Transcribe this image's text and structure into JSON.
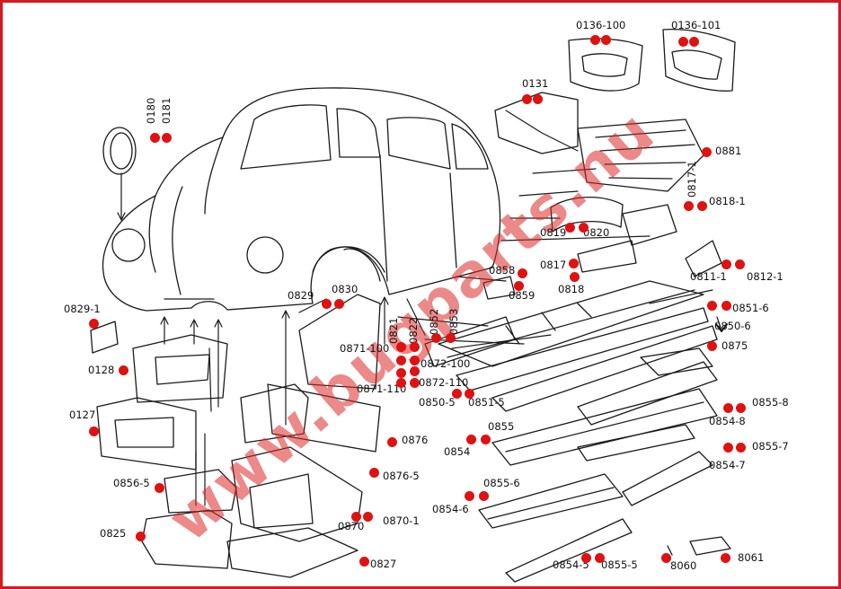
{
  "watermark": "www.bugparts.nu",
  "colors": {
    "frame": "#d51921",
    "dot": "#e01111",
    "line": "#1a1a1a",
    "watermark": "#dc2828"
  },
  "parts": [
    {
      "id": "p0136_100",
      "label": "0136-100",
      "dots": 2
    },
    {
      "id": "p0136_101",
      "label": "0136-101",
      "dots": 2
    },
    {
      "id": "p0131",
      "label": "0131",
      "dots": 2
    },
    {
      "id": "p0180",
      "label": "0180",
      "dots": 1
    },
    {
      "id": "p0181",
      "label": "0181",
      "dots": 1
    },
    {
      "id": "p0881",
      "label": "0881",
      "dots": 1
    },
    {
      "id": "p0817_1",
      "label": "0817-1",
      "dots": 1
    },
    {
      "id": "p0818_1",
      "label": "0818-1",
      "dots": 1
    },
    {
      "id": "p0819",
      "label": "0819",
      "dots": 1
    },
    {
      "id": "p0820",
      "label": "0820",
      "dots": 1
    },
    {
      "id": "p0817",
      "label": "0817",
      "dots": 1
    },
    {
      "id": "p0818",
      "label": "0818",
      "dots": 1
    },
    {
      "id": "p0811_1",
      "label": "0811-1",
      "dots": 1
    },
    {
      "id": "p0812_1",
      "label": "0812-1",
      "dots": 1
    },
    {
      "id": "p0858",
      "label": "0858",
      "dots": 1
    },
    {
      "id": "p0859",
      "label": "0859",
      "dots": 1
    },
    {
      "id": "p0829",
      "label": "0829",
      "dots": 1
    },
    {
      "id": "p0830",
      "label": "0830",
      "dots": 1
    },
    {
      "id": "p0829_1",
      "label": "0829-1",
      "dots": 1
    },
    {
      "id": "p0851_6",
      "label": "0851-6",
      "dots": 2
    },
    {
      "id": "p0850_6",
      "label": "0850-6",
      "dots": 0
    },
    {
      "id": "p0875",
      "label": "0875",
      "dots": 1
    },
    {
      "id": "p0821",
      "label": "0821",
      "dots": 1
    },
    {
      "id": "p0822",
      "label": "0822",
      "dots": 1
    },
    {
      "id": "p0852",
      "label": "0852",
      "dots": 1
    },
    {
      "id": "p0853",
      "label": "0853",
      "dots": 1
    },
    {
      "id": "p0871_100",
      "label": "0871-100",
      "dots": 2
    },
    {
      "id": "p0872_100",
      "label": "0872-100",
      "dots": 1
    },
    {
      "id": "p0871_110",
      "label": "0871-110",
      "dots": 1
    },
    {
      "id": "p0872_110",
      "label": "0872-110",
      "dots": 1
    },
    {
      "id": "p0850_5",
      "label": "0850-5",
      "dots": 1
    },
    {
      "id": "p0851_5",
      "label": "0851-5",
      "dots": 1
    },
    {
      "id": "p0128",
      "label": "0128",
      "dots": 1
    },
    {
      "id": "p0127",
      "label": "0127",
      "dots": 1
    },
    {
      "id": "p0855_8",
      "label": "0855-8",
      "dots": 2
    },
    {
      "id": "p0854_8",
      "label": "0854-8",
      "dots": 0
    },
    {
      "id": "p0855",
      "label": "0855",
      "dots": 1
    },
    {
      "id": "p0854",
      "label": "0854",
      "dots": 1
    },
    {
      "id": "p0876",
      "label": "0876",
      "dots": 1
    },
    {
      "id": "p0855_7",
      "label": "0855-7",
      "dots": 2
    },
    {
      "id": "p0854_7",
      "label": "0854-7",
      "dots": 0
    },
    {
      "id": "p0876_5",
      "label": "0876-5",
      "dots": 1
    },
    {
      "id": "p0856_5",
      "label": "0856-5",
      "dots": 1
    },
    {
      "id": "p0855_6",
      "label": "0855-6",
      "dots": 1
    },
    {
      "id": "p0854_6",
      "label": "0854-6",
      "dots": 1
    },
    {
      "id": "p0870",
      "label": "0870",
      "dots": 1
    },
    {
      "id": "p0870_1",
      "label": "0870-1",
      "dots": 1
    },
    {
      "id": "p0825",
      "label": "0825",
      "dots": 1
    },
    {
      "id": "p0827",
      "label": "0827",
      "dots": 1
    },
    {
      "id": "p0854_5",
      "label": "0854-5",
      "dots": 1
    },
    {
      "id": "p0855_5",
      "label": "0855-5",
      "dots": 1
    },
    {
      "id": "p8060",
      "label": "8060",
      "dots": 1
    },
    {
      "id": "p8061",
      "label": "8061",
      "dots": 1
    }
  ]
}
